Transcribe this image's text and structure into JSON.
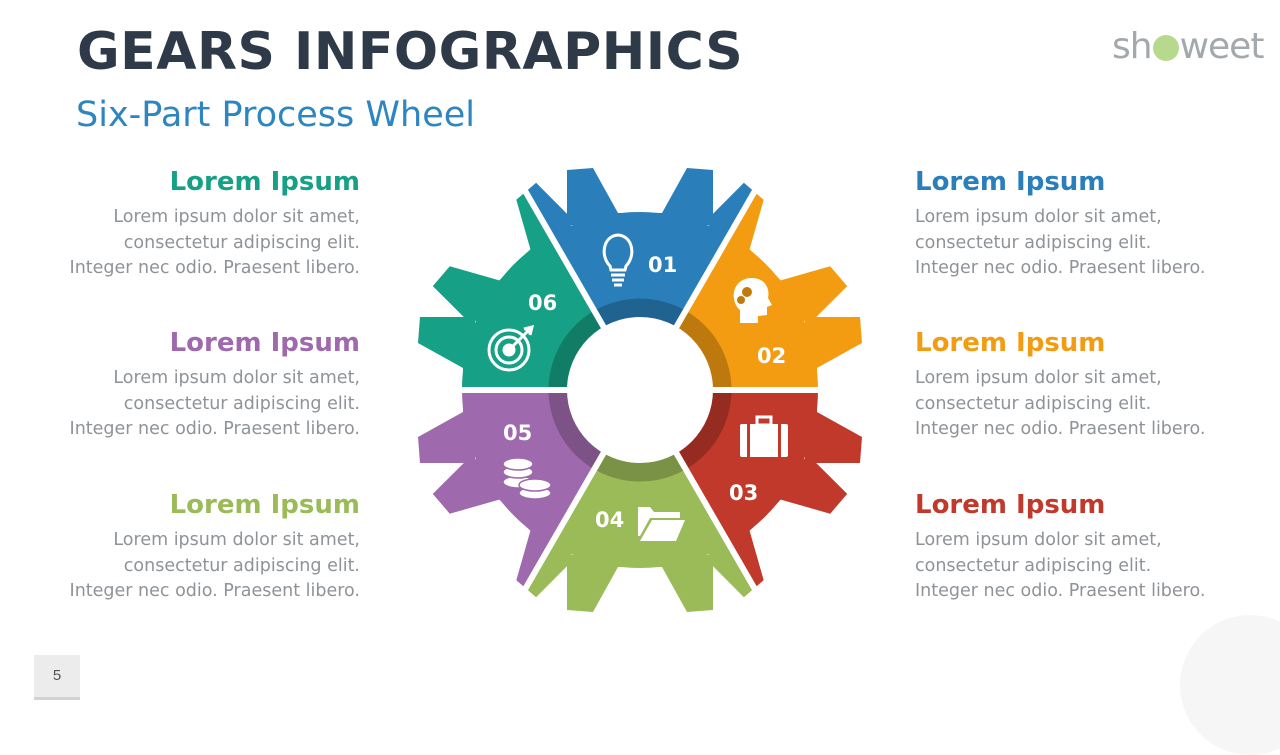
{
  "header": {
    "title": "GEARS INFOGRAPHICS",
    "subtitle": "Six-Part Process Wheel"
  },
  "logo": {
    "text_before": "sh",
    "text_after": "weet",
    "full": "showeet"
  },
  "page_number": "5",
  "segments": [
    {
      "number": "01",
      "color": "#2a7fba",
      "icon": "lightbulb-icon"
    },
    {
      "number": "02",
      "color": "#f39c12",
      "icon": "head-gears-icon"
    },
    {
      "number": "03",
      "color": "#c0392b",
      "icon": "briefcase-icon"
    },
    {
      "number": "04",
      "color": "#9bbb59",
      "icon": "folder-icon"
    },
    {
      "number": "05",
      "color": "#9f69ad",
      "icon": "coins-icon"
    },
    {
      "number": "06",
      "color": "#16a085",
      "icon": "target-icon"
    }
  ],
  "blocks": {
    "left": [
      {
        "heading": "Lorem Ipsum",
        "color": "#16a085",
        "lines": [
          "Lorem ipsum dolor sit amet,",
          "consectetur adipiscing elit.",
          "Integer nec odio. Praesent libero."
        ]
      },
      {
        "heading": "Lorem Ipsum",
        "color": "#9f69ad",
        "lines": [
          "Lorem ipsum dolor sit amet,",
          "consectetur adipiscing elit.",
          "Integer nec odio. Praesent libero."
        ]
      },
      {
        "heading": "Lorem Ipsum",
        "color": "#9bbb59",
        "lines": [
          "Lorem ipsum dolor sit amet,",
          "consectetur adipiscing elit.",
          "Integer nec odio. Praesent libero."
        ]
      }
    ],
    "right": [
      {
        "heading": "Lorem Ipsum",
        "color": "#2a7fba",
        "lines": [
          "Lorem ipsum dolor sit amet,",
          "consectetur adipiscing elit.",
          "Integer nec odio. Praesent libero."
        ]
      },
      {
        "heading": "Lorem Ipsum",
        "color": "#f39c12",
        "lines": [
          "Lorem ipsum dolor sit amet,",
          "consectetur adipiscing elit.",
          "Integer nec odio. Praesent libero."
        ]
      },
      {
        "heading": "Lorem Ipsum",
        "color": "#c0392b",
        "lines": [
          "Lorem ipsum dolor sit amet,",
          "consectetur adipiscing elit.",
          "Integer nec odio. Praesent libero."
        ]
      }
    ]
  }
}
